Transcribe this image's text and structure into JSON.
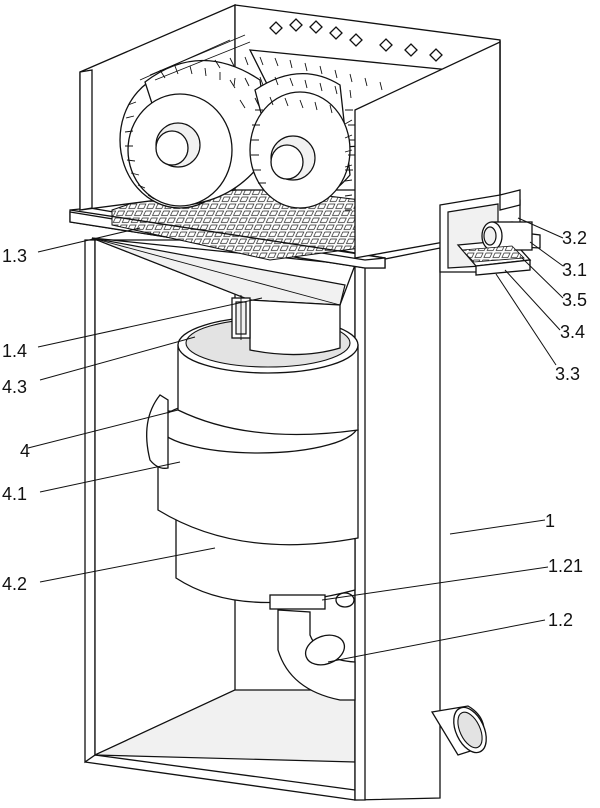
{
  "labels": [
    {
      "id": "1.3",
      "text": "1.3"
    },
    {
      "id": "1.4",
      "text": "1.4"
    },
    {
      "id": "4.3",
      "text": "4.3"
    },
    {
      "id": "4",
      "text": "4"
    },
    {
      "id": "4.1",
      "text": "4.1"
    },
    {
      "id": "4.2",
      "text": "4.2"
    },
    {
      "id": "3.2",
      "text": "3.2"
    },
    {
      "id": "3.1",
      "text": "3.1"
    },
    {
      "id": "3.5",
      "text": "3.5"
    },
    {
      "id": "3.4",
      "text": "3.4"
    },
    {
      "id": "3.3",
      "text": "3.3"
    },
    {
      "id": "1",
      "text": "1"
    },
    {
      "id": "1.21",
      "text": "1.21"
    },
    {
      "id": "1.2",
      "text": "1.2"
    }
  ]
}
